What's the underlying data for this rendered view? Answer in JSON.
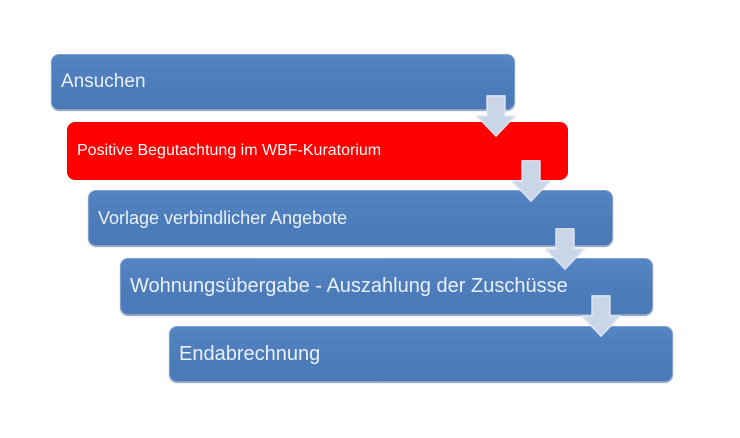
{
  "diagram": {
    "type": "process-flow",
    "orientation": "vertical-staircase",
    "steps": [
      {
        "label": "Ansuchen",
        "highlighted": false
      },
      {
        "label": "Positive Begutachtung im WBF-Kuratorium",
        "highlighted": true
      },
      {
        "label": "Vorlage verbindlicher Angebote",
        "highlighted": false
      },
      {
        "label": "Wohnungsübergabe - Auszahlung der Zuschüsse",
        "highlighted": false
      },
      {
        "label": "Endabrechnung",
        "highlighted": false
      }
    ],
    "connector_icon": "down-arrow",
    "colors": {
      "step_default_fill": "#4C7CBA",
      "step_default_border": "#7EA2CF",
      "step_highlight_fill": "#FE0000",
      "step_text": "#E9F0F8",
      "step_highlight_text": "#FFFFFF",
      "arrow_fill": "#CBD5E8",
      "arrow_stroke": "#DFE6F2",
      "background": "#FFFFFF"
    }
  }
}
